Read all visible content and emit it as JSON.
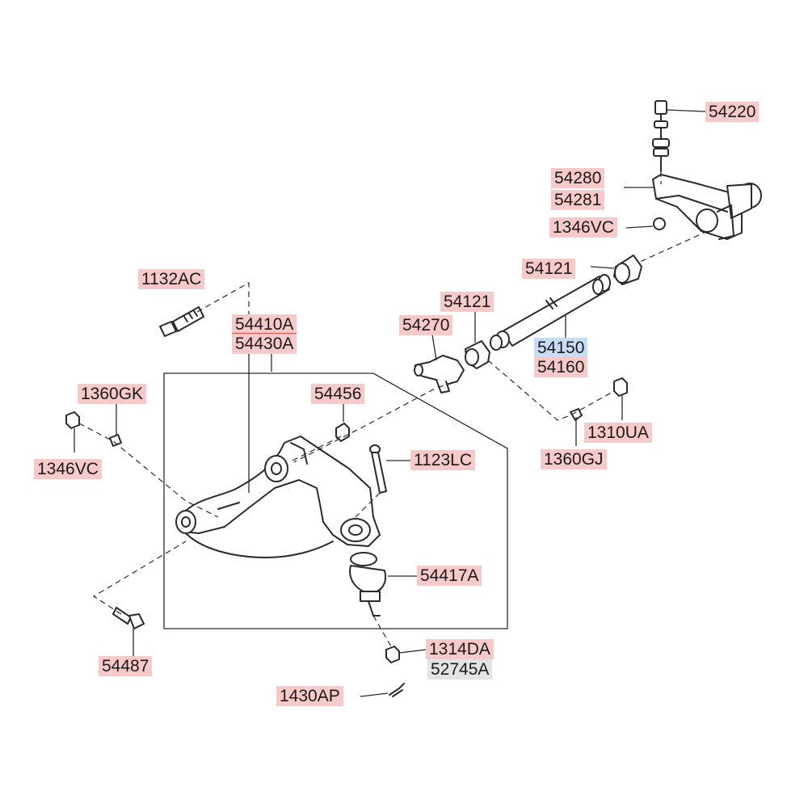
{
  "labels": {
    "p54220": "54220",
    "p54280": "54280",
    "p54281": "54281",
    "p1346vc_top": "1346VC",
    "p54121_right": "54121",
    "p54121_left": "54121",
    "p54270": "54270",
    "p54150": "54150",
    "p54160": "54160",
    "p1310ua": "1310UA",
    "p1360gj": "1360GJ",
    "p1132ac": "1132AC",
    "p54410a": "54410A",
    "p54430a": "54430A",
    "p1360gk": "1360GK",
    "p54456": "54456",
    "p1346vc_left": "1346VC",
    "p1123lc": "1123LC",
    "p54417a": "54417A",
    "p54487": "54487",
    "p1314da": "1314DA",
    "p52745a": "52745A",
    "p1430ap": "1430AP"
  },
  "colors": {
    "label_bg": "#f7c9c9",
    "label_bg_selected": "#c9dcf5",
    "label_bg_gray": "#e3e3e3",
    "line": "#2b2b2b"
  }
}
